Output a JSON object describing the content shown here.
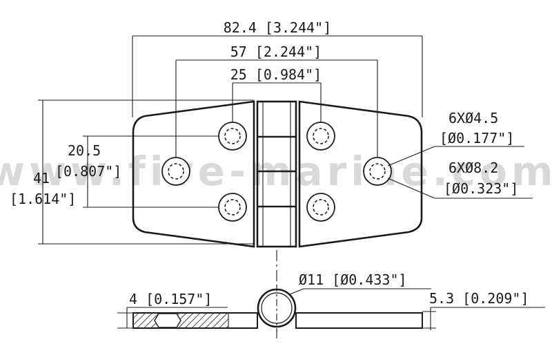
{
  "watermark": "www.five-marine.com",
  "dimensions": {
    "overall_length": "82.4 [3.244\"]",
    "hole_span": "57 [2.244\"]",
    "inner_span": "25 [0.984\"]",
    "hole_pitch_v_mm": "20.5",
    "hole_pitch_v_in": "[0.807\"]",
    "height_mm": "41",
    "height_in": "[1.614\"]",
    "hole_dia_small_qty": "6XØ4.5",
    "hole_dia_small_in": "[Ø0.177\"]",
    "hole_dia_large_qty": "6XØ8.2",
    "hole_dia_large_in": "[Ø0.323\"]",
    "pin_dia": "Ø11 [Ø0.433\"]",
    "plate_thickness": "4 [0.157\"]",
    "overall_thickness": "5.3 [0.209\"]"
  }
}
